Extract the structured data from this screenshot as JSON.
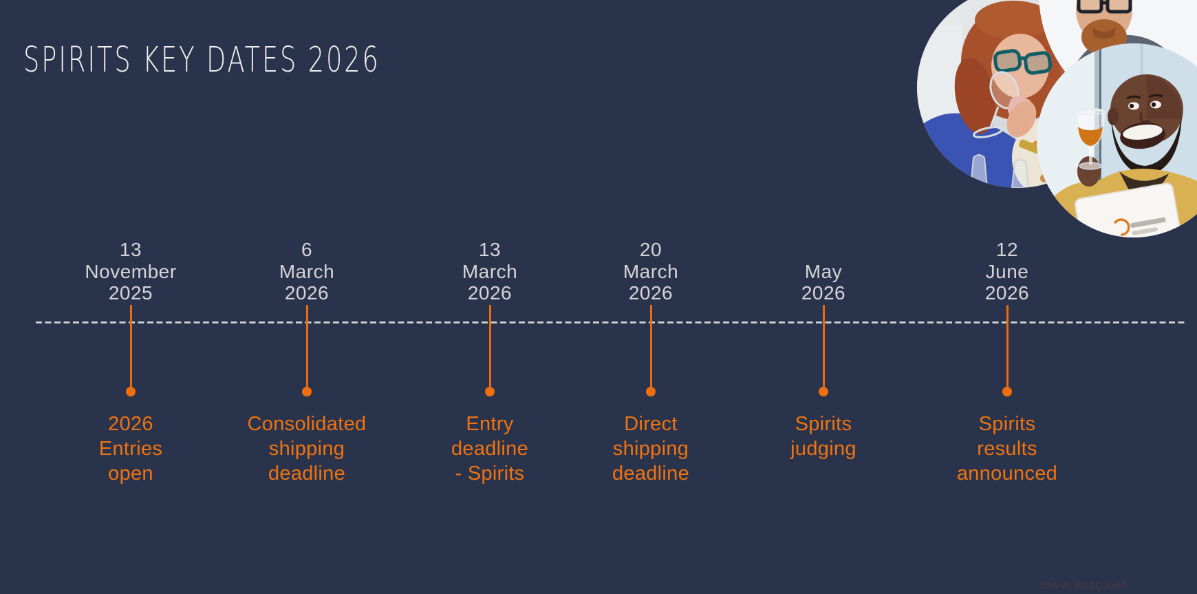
{
  "title": "SPIRITS KEY DATES 2026",
  "watermark": "www.iwsc.net",
  "colors": {
    "background": "#2A334C",
    "accent_orange": "#EE6E0D",
    "date_text": "#D7D4D6",
    "title_text": "#F2F1EF",
    "axis_dash": "#DEDEDE",
    "watermark_text": "#46383C"
  },
  "timeline": {
    "axis_style": "horizontal dashed line",
    "events": [
      {
        "date": "13\nNovember\n2025",
        "label": "2026\nEntries\nopen"
      },
      {
        "date": "6\nMarch\n2026",
        "label": "Consolidated\nshipping\ndeadline"
      },
      {
        "date": "13\nMarch\n2026",
        "label": "Entry\ndeadline\n- Spirits"
      },
      {
        "date": "20\nMarch\n2026",
        "label": "Direct\nshipping\ndeadline"
      },
      {
        "date": "May\n2026",
        "label": "Spirits\njudging"
      },
      {
        "date": "12\nJune\n2026",
        "label": "Spirits\nresults\nannounced"
      }
    ]
  },
  "photos": [
    {
      "name": "judge-nosing-spirit-photo",
      "description": "Red-haired woman with teal glasses nosing a tasting glass, blue cardigan"
    },
    {
      "name": "judge-bearded-man-photo",
      "description": "Bearded man with dark glasses in grey blazer"
    },
    {
      "name": "judge-smiling-glass-photo",
      "description": "Smiling man in mustard sweater holding glass of amber spirit over a tablet"
    }
  ]
}
